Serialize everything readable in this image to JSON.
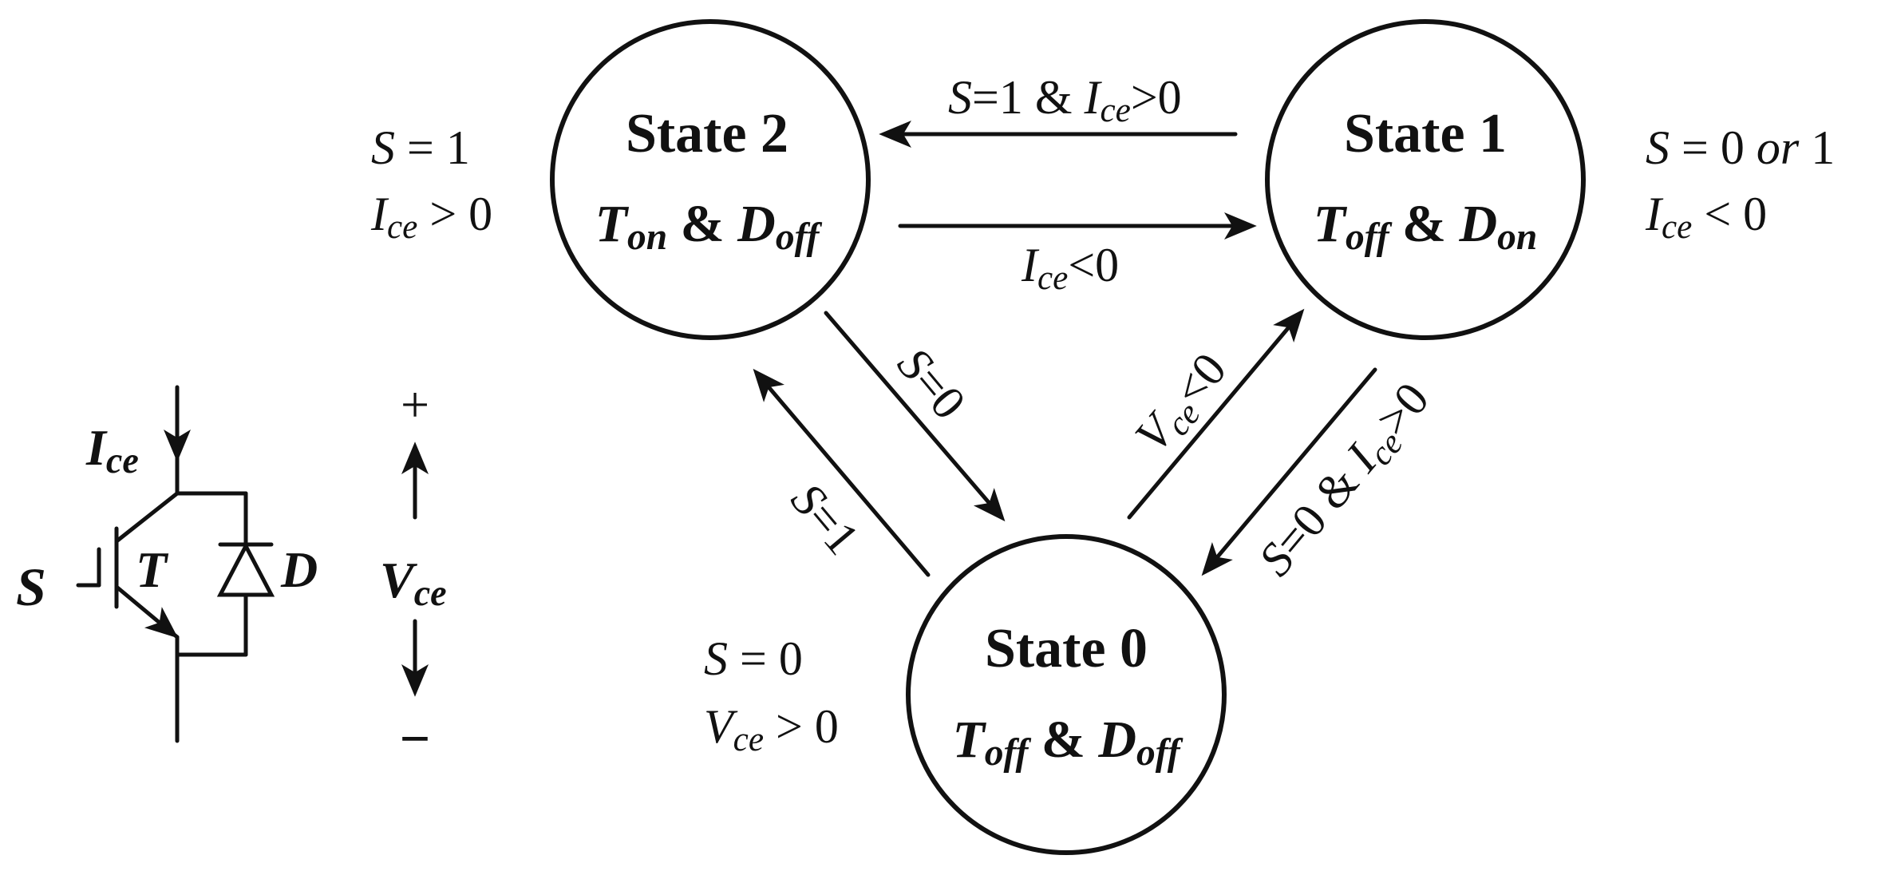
{
  "colors": {
    "ink": "#111111",
    "background": "#ffffff"
  },
  "states": {
    "s2": {
      "name": "State 2",
      "t_sym": "T",
      "t_sub": "on",
      "amp": "&",
      "d_sym": "D",
      "d_sub": "off"
    },
    "s1": {
      "name": "State 1",
      "t_sym": "T",
      "t_sub": "off",
      "amp": "&",
      "d_sym": "D",
      "d_sub": "on"
    },
    "s0": {
      "name": "State 0",
      "t_sym": "T",
      "t_sub": "off",
      "amp": "&",
      "d_sym": "D",
      "d_sub": "off"
    }
  },
  "conditions": {
    "s2": {
      "l1_var": "S",
      "l1_rest": " = 1",
      "l2_var": "I",
      "l2_sub": "ce",
      "l2_rest": " > 0"
    },
    "s1": {
      "l1_var": "S",
      "l1_eq": " = 0 ",
      "l1_or": "or",
      "l1_end": " 1",
      "l2_var": "I",
      "l2_sub": "ce",
      "l2_rest": " < 0"
    },
    "s0": {
      "l1_var": "S",
      "l1_rest": " = 0",
      "l2_var": "V",
      "l2_sub": "ce",
      "l2_rest": " > 0"
    }
  },
  "transitions": {
    "s1_to_s2": {
      "a": "S",
      "b": "=1 & ",
      "c": "I",
      "d": "ce",
      "e": ">0"
    },
    "s2_to_s1": {
      "a": "I",
      "b": "ce",
      "c": "<0"
    },
    "s2_to_s0": {
      "a": "S",
      "b": "=0"
    },
    "s0_to_s2": {
      "a": "S",
      "b": "=1"
    },
    "s0_to_s1": {
      "a": "V",
      "b": "ce",
      "c": "<0"
    },
    "s1_to_s0": {
      "a": "S",
      "b": "=0 & ",
      "c": "I",
      "d": "ce",
      "e": ">0"
    }
  },
  "circuit": {
    "current_sym": "I",
    "current_sub": "ce",
    "gate": "S",
    "transistor": "T",
    "diode": "D",
    "voltage_sym": "V",
    "voltage_sub": "ce",
    "plus": "+",
    "minus": "−"
  }
}
